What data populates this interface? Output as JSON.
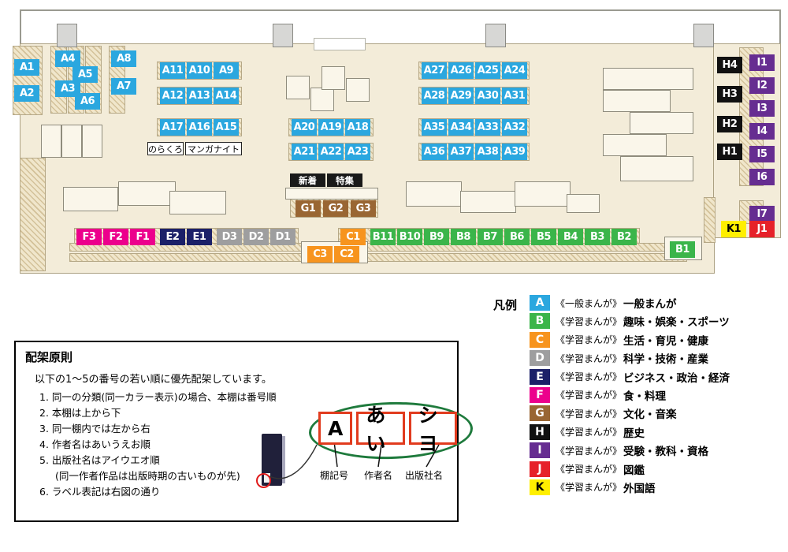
{
  "map": {
    "colors": {
      "A": "#2ba7df",
      "B": "#3bb54a",
      "C": "#f7941e",
      "D": "#9e9e9f",
      "E": "#1b2068",
      "F": "#ec008c",
      "G": "#996633",
      "H": "#111111",
      "I": "#662d91",
      "J": "#e62129",
      "K": "#ffef00"
    },
    "shelf_labels": [
      [
        "A1",
        18,
        75
      ],
      [
        "A2",
        18,
        108
      ],
      [
        "A4",
        70,
        64
      ],
      [
        "A5",
        92,
        84
      ],
      [
        "A3",
        70,
        102
      ],
      [
        "A6",
        95,
        118
      ],
      [
        "A8",
        141,
        64
      ],
      [
        "A7",
        141,
        99
      ],
      [
        "A11",
        203,
        79
      ],
      [
        "A10",
        237,
        79
      ],
      [
        "A9",
        271,
        79
      ],
      [
        "A12",
        203,
        111
      ],
      [
        "A13",
        237,
        111
      ],
      [
        "A14",
        271,
        111
      ],
      [
        "A17",
        203,
        151
      ],
      [
        "A16",
        237,
        151
      ],
      [
        "A15",
        271,
        151
      ],
      [
        "A20",
        370,
        151
      ],
      [
        "A19",
        404,
        151
      ],
      [
        "A18",
        438,
        151
      ],
      [
        "A21",
        370,
        182
      ],
      [
        "A22",
        404,
        182
      ],
      [
        "A23",
        438,
        182
      ],
      [
        "A27",
        535,
        79
      ],
      [
        "A26",
        569,
        79
      ],
      [
        "A25",
        603,
        79
      ],
      [
        "A24",
        637,
        79
      ],
      [
        "A28",
        535,
        111
      ],
      [
        "A29",
        569,
        111
      ],
      [
        "A30",
        603,
        111
      ],
      [
        "A31",
        637,
        111
      ],
      [
        "A35",
        535,
        151
      ],
      [
        "A34",
        569,
        151
      ],
      [
        "A33",
        603,
        151
      ],
      [
        "A32",
        637,
        151
      ],
      [
        "A36",
        535,
        182
      ],
      [
        "A37",
        569,
        182
      ],
      [
        "A38",
        603,
        182
      ],
      [
        "A39",
        637,
        182
      ],
      [
        "G1",
        375,
        254
      ],
      [
        "G2",
        410,
        254
      ],
      [
        "G3",
        445,
        254
      ],
      [
        "F3",
        97,
        290
      ],
      [
        "F2",
        131,
        290
      ],
      [
        "F1",
        165,
        290
      ],
      [
        "E2",
        203,
        290
      ],
      [
        "E1",
        237,
        290
      ],
      [
        "D3",
        275,
        290
      ],
      [
        "D2",
        309,
        290
      ],
      [
        "D1",
        343,
        290
      ],
      [
        "C1",
        432,
        290
      ],
      [
        "B11",
        470,
        290
      ],
      [
        "B10",
        504,
        290
      ],
      [
        "B9",
        538,
        290
      ],
      [
        "B8",
        572,
        290
      ],
      [
        "B7",
        606,
        290
      ],
      [
        "B6",
        640,
        290
      ],
      [
        "B5",
        674,
        290
      ],
      [
        "B4",
        708,
        290
      ],
      [
        "B3",
        742,
        290
      ],
      [
        "B2",
        776,
        290
      ],
      [
        "C3",
        390,
        312
      ],
      [
        "C2",
        424,
        312
      ],
      [
        "B1",
        850,
        306
      ],
      [
        "H4",
        910,
        72
      ],
      [
        "H3",
        910,
        109
      ],
      [
        "H2",
        910,
        147
      ],
      [
        "H1",
        910,
        182
      ],
      [
        "I1",
        951,
        69
      ],
      [
        "I2",
        951,
        98
      ],
      [
        "I3",
        951,
        127
      ],
      [
        "I4",
        951,
        156
      ],
      [
        "I5",
        951,
        185
      ],
      [
        "I6",
        951,
        214
      ],
      [
        "I7",
        951,
        261
      ],
      [
        "K1",
        915,
        280
      ],
      [
        "J1",
        951,
        280
      ]
    ],
    "signs": [
      [
        "のらくろ",
        187,
        180,
        46,
        "white"
      ],
      [
        "マンガナイト",
        235,
        180,
        72,
        "white"
      ],
      [
        "新着",
        368,
        220,
        45,
        "black"
      ],
      [
        "特集",
        415,
        220,
        45,
        "black"
      ]
    ],
    "blocks": [
      [
        52,
        158,
        26,
        42
      ],
      [
        78,
        158,
        26,
        42
      ],
      [
        104,
        158,
        26,
        42
      ],
      [
        80,
        237,
        70,
        31
      ],
      [
        150,
        230,
        73,
        31
      ],
      [
        215,
        242,
        72,
        30
      ],
      [
        363,
        96,
        30,
        30
      ],
      [
        394,
        111,
        30,
        30
      ],
      [
        408,
        84,
        30,
        30
      ],
      [
        439,
        99,
        30,
        30
      ],
      [
        362,
        238,
        118,
        15
      ],
      [
        515,
        230,
        71,
        32
      ],
      [
        584,
        242,
        71,
        28
      ],
      [
        653,
        230,
        71,
        32
      ],
      [
        719,
        246,
        42,
        24
      ],
      [
        765,
        86,
        115,
        28
      ],
      [
        765,
        114,
        86,
        28
      ],
      [
        799,
        142,
        81,
        28
      ],
      [
        765,
        170,
        81,
        28
      ],
      [
        787,
        198,
        93,
        32
      ],
      [
        382,
        306,
        85,
        28
      ],
      [
        843,
        300,
        48,
        30
      ]
    ],
    "hatches": [
      [
        16,
        58,
        38,
        88
      ],
      [
        64,
        58,
        21,
        86
      ],
      [
        86,
        58,
        21,
        86
      ],
      [
        108,
        58,
        21,
        86
      ],
      [
        138,
        58,
        21,
        86
      ],
      [
        25,
        200,
        33,
        144
      ],
      [
        199,
        78,
        108,
        23
      ],
      [
        199,
        110,
        108,
        23
      ],
      [
        199,
        150,
        108,
        23
      ],
      [
        366,
        150,
        108,
        23
      ],
      [
        366,
        181,
        108,
        23
      ],
      [
        531,
        78,
        141,
        23
      ],
      [
        531,
        110,
        141,
        23
      ],
      [
        531,
        150,
        141,
        23
      ],
      [
        531,
        181,
        141,
        23
      ],
      [
        368,
        252,
        112,
        24
      ],
      [
        94,
        289,
        285,
        23
      ],
      [
        429,
        289,
        383,
        23
      ],
      [
        88,
        308,
        784,
        11
      ],
      [
        88,
        321,
        784,
        11
      ],
      [
        938,
        60,
        31,
        176
      ],
      [
        938,
        254,
        31,
        30
      ],
      [
        893,
        250,
        15,
        58
      ]
    ],
    "pillars": [
      [
        72,
        30,
        26,
        30
      ],
      [
        346,
        30,
        26,
        30
      ],
      [
        616,
        30,
        26,
        30
      ],
      [
        880,
        30,
        26,
        30
      ]
    ]
  },
  "legend": {
    "title": "凡例",
    "items": [
      {
        "code": "A",
        "category": "《一般まんが》",
        "label": "一般まんが"
      },
      {
        "code": "B",
        "category": "《学習まんが》",
        "label": "趣味・娯楽・スポーツ"
      },
      {
        "code": "C",
        "category": "《学習まんが》",
        "label": "生活・育児・健康"
      },
      {
        "code": "D",
        "category": "《学習まんが》",
        "label": "科学・技術・産業"
      },
      {
        "code": "E",
        "category": "《学習まんが》",
        "label": "ビジネス・政治・経済"
      },
      {
        "code": "F",
        "category": "《学習まんが》",
        "label": "食・料理"
      },
      {
        "code": "G",
        "category": "《学習まんが》",
        "label": "文化・音楽"
      },
      {
        "code": "H",
        "category": "《学習まんが》",
        "label": "歴史"
      },
      {
        "code": "I",
        "category": "《学習まんが》",
        "label": "受験・教科・資格"
      },
      {
        "code": "J",
        "category": "《学習まんが》",
        "label": "図鑑"
      },
      {
        "code": "K",
        "category": "《学習まんが》",
        "label": "外国語"
      }
    ]
  },
  "principles": {
    "title": "配架原則",
    "intro": "以下の1〜5の番号の若い順に優先配架しています。",
    "rules": [
      {
        "text": "1. 同一の分類(同一カラー表示)の場合、本棚は番号順",
        "indent": false
      },
      {
        "text": "2. 本棚は上から下",
        "indent": false
      },
      {
        "text": "3. 同一棚内では左から右",
        "indent": false
      },
      {
        "text": "4. 作者名はあいうえお順",
        "indent": false
      },
      {
        "text": "5. 出版社名はアイウエオ順",
        "indent": false
      },
      {
        "text": "(同一作者作品は出版時期の古いものが先)",
        "indent": true
      },
      {
        "text": "6. ラベル表記は右図の通り",
        "indent": false
      }
    ],
    "example": {
      "cells": [
        "A",
        "あい",
        "シヨ"
      ],
      "captions": [
        "棚記号",
        "作者名",
        "出版社名"
      ]
    }
  }
}
